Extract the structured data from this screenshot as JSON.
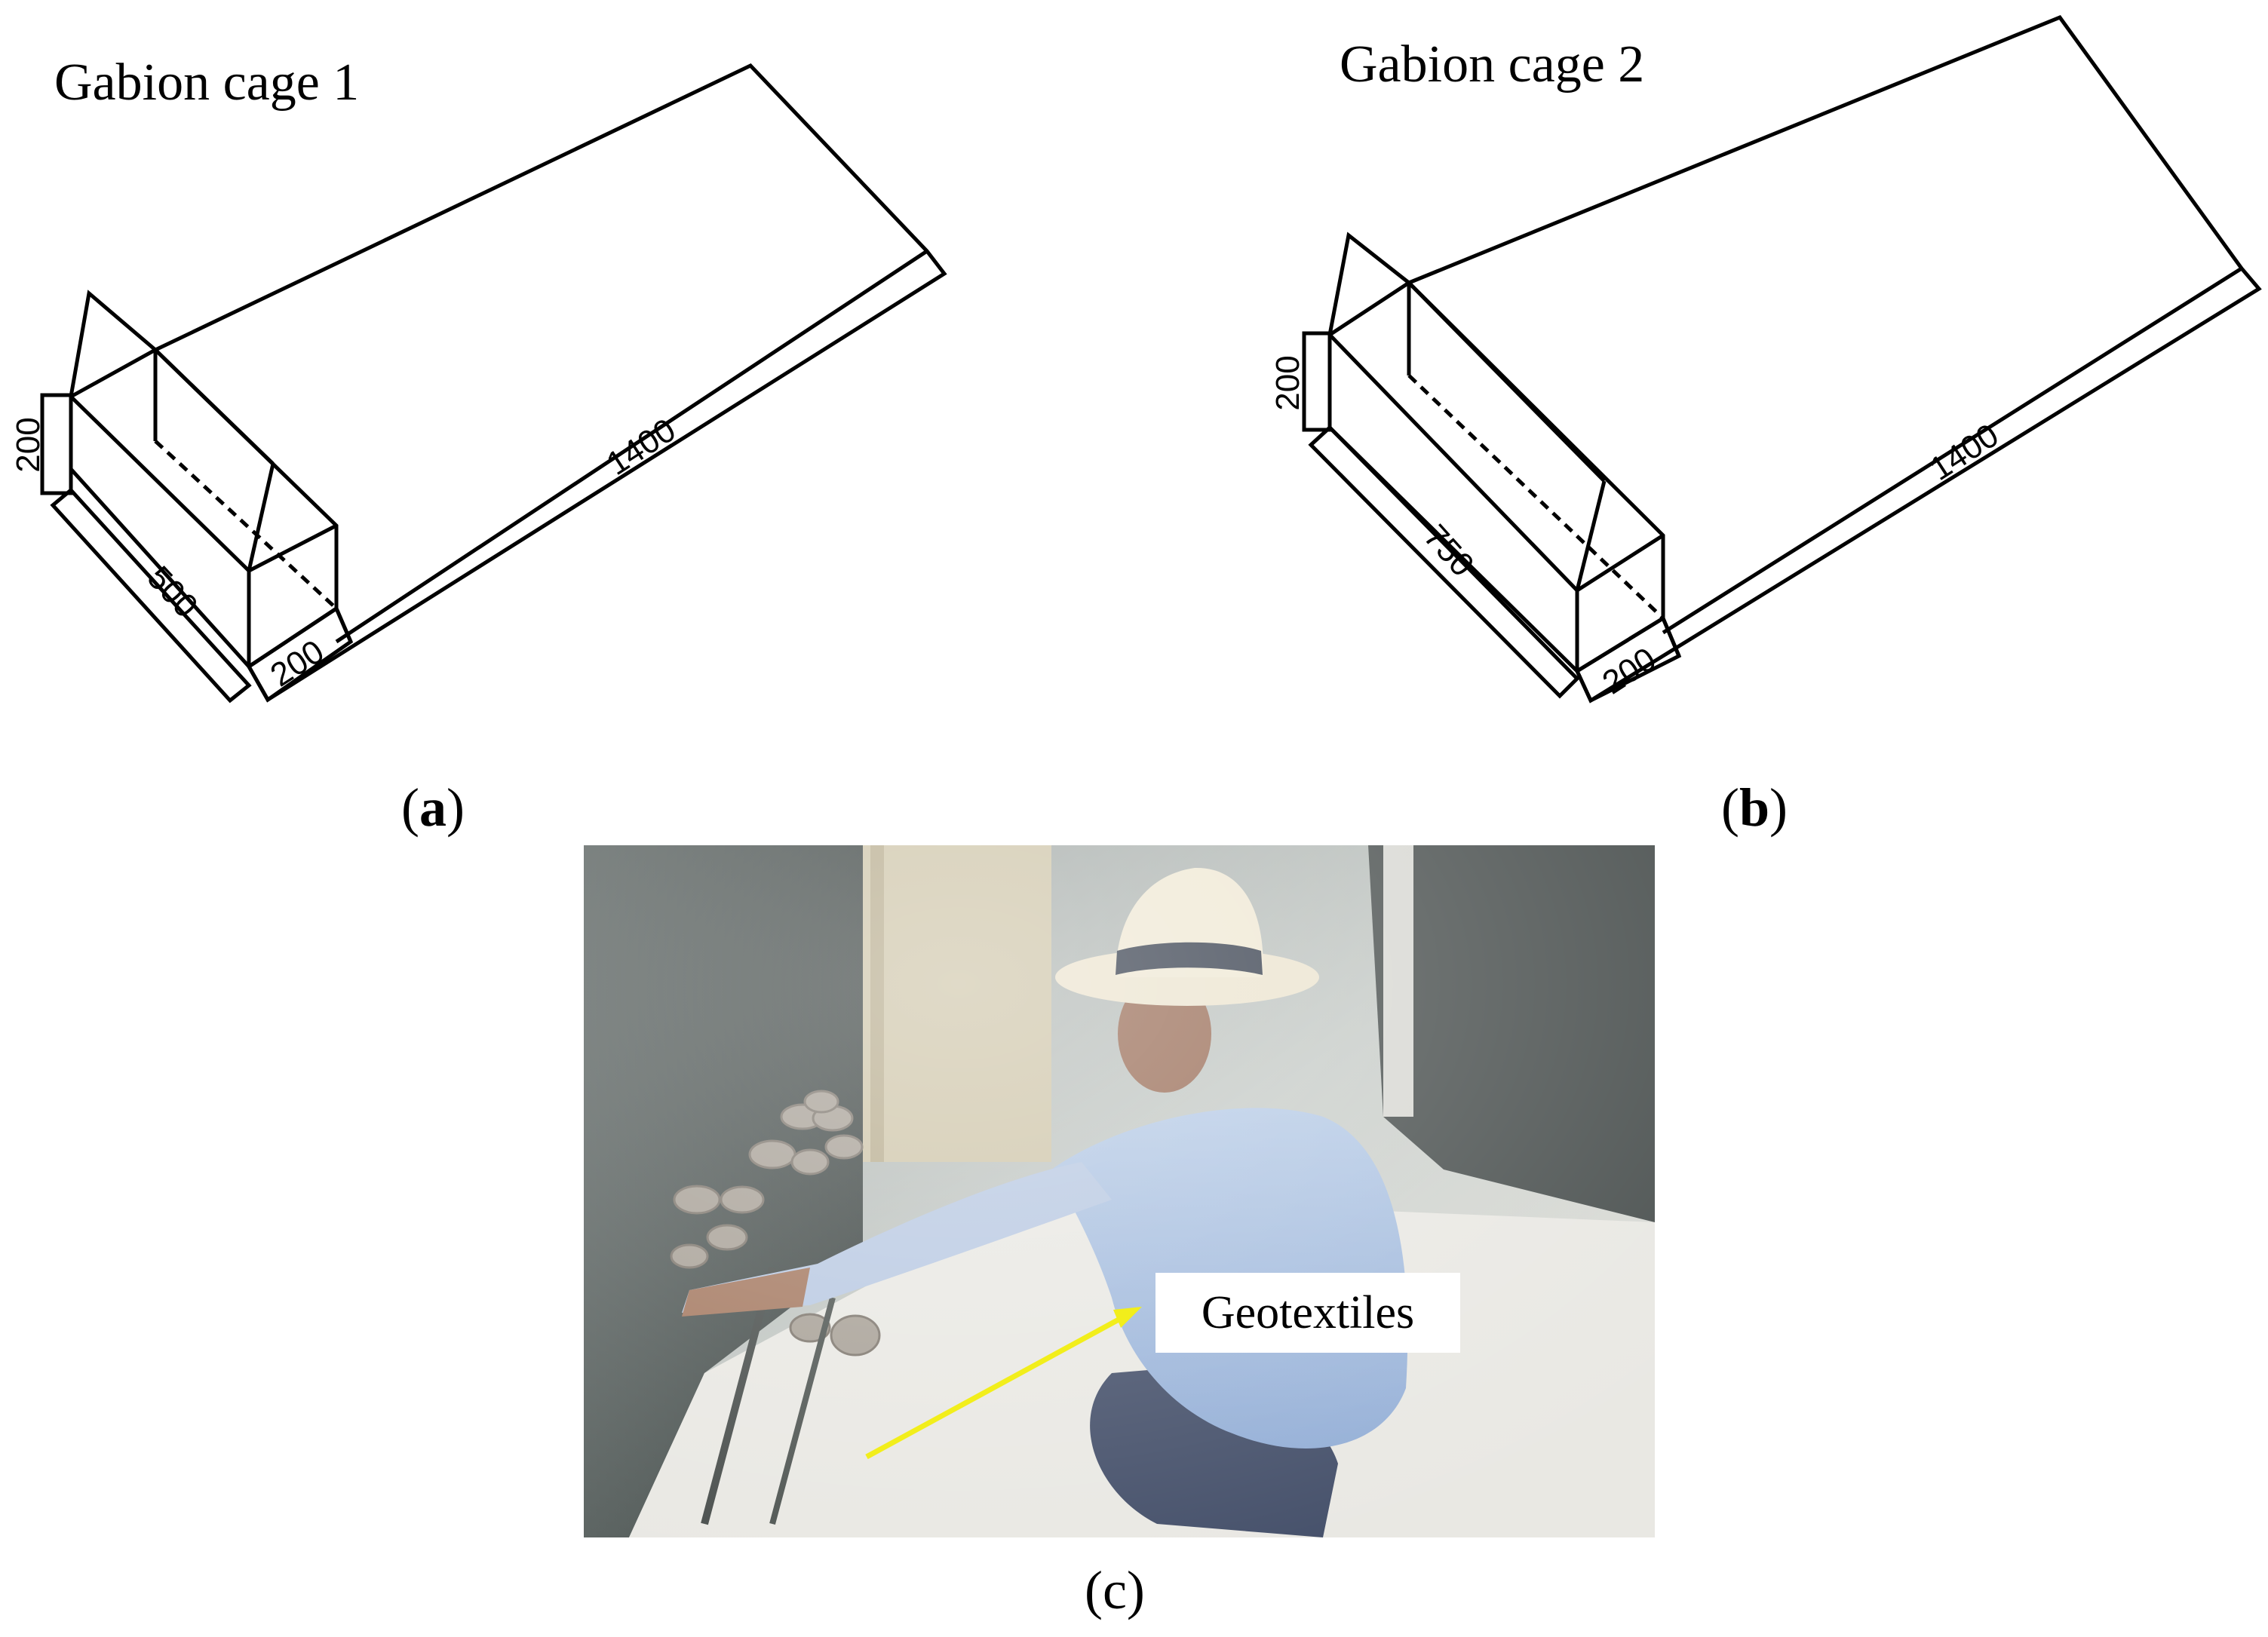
{
  "panel_a": {
    "title": "Gabion cage 1",
    "label_open": "(",
    "label_letter": "a",
    "label_close": ")",
    "dimensions": {
      "height": "200",
      "length": "500",
      "width": "200",
      "channel_length": "1400"
    }
  },
  "panel_b": {
    "title": "Gabion cage 2",
    "label_open": "(",
    "label_letter": "b",
    "label_close": ")",
    "dimensions": {
      "height": "200",
      "length": "750",
      "width": "200",
      "channel_length": "1400"
    }
  },
  "panel_c": {
    "label": "(c)",
    "callout": "Geotextiles",
    "arrow_color": "#f2ee1b"
  }
}
